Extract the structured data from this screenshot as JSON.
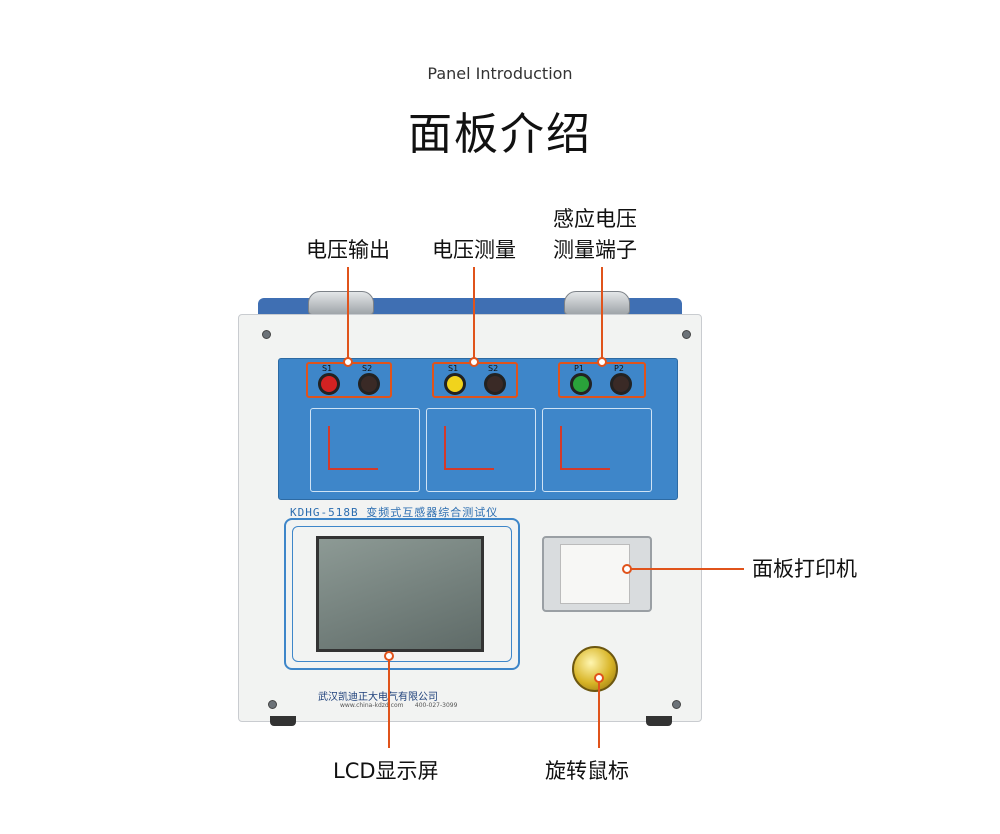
{
  "header": {
    "title_en": "Panel Introduction",
    "title_cn": "面板介绍"
  },
  "callouts": {
    "voltage_output": "电压输出",
    "voltage_measure": "电压测量",
    "induced_line1": "感应电压",
    "induced_line2": "测量端子",
    "printer": "面板打印机",
    "lcd": "LCD显示屏",
    "knob": "旋转鼠标"
  },
  "device": {
    "model": "KDHG-518B  变频式互感器综合测试仪",
    "company": "武汉凯迪正大电气有限公司",
    "company_web": "www.china-kdzd.com",
    "company_phone": "400-027-3099",
    "terminals": {
      "s1": "S1",
      "s2": "S2",
      "p1": "P1",
      "p2": "P2"
    }
  },
  "colors": {
    "accent": "#e0531b",
    "panel_blue": "#3e86c9"
  }
}
